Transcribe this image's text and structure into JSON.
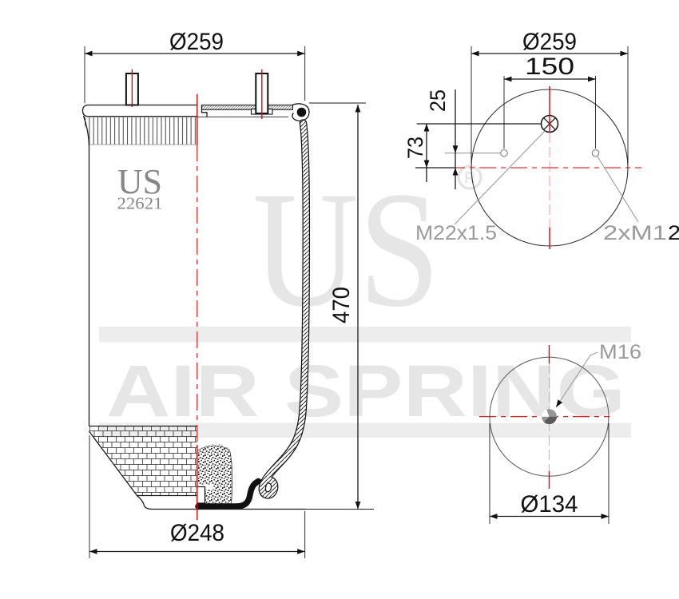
{
  "title": "Air spring technical drawing US 22621",
  "colors": {
    "line": "#1a1a1a",
    "gray": "#9a9a9a",
    "red": "#e60000",
    "redpale": "#ff9f9f",
    "wm": "#e6e6e6",
    "logo": "#878787"
  },
  "left_view": {
    "dia_top": "Ø259",
    "height": "470",
    "dia_bottom": "Ø248",
    "logo_brand": "US",
    "part_number": "22621"
  },
  "plan_view": {
    "dia": "Ø259",
    "hole_spacing": "150",
    "offset_holes": "25",
    "offset_port": "73",
    "center_port": "M22x1.5",
    "studs_label_gray": "2xM1",
    "studs_label_black": "2"
  },
  "bottom_view": {
    "thread": "M16",
    "dia": "Ø134"
  },
  "watermark": {
    "brand": "US",
    "reg": "R",
    "tagline": "AIR SPRING"
  }
}
